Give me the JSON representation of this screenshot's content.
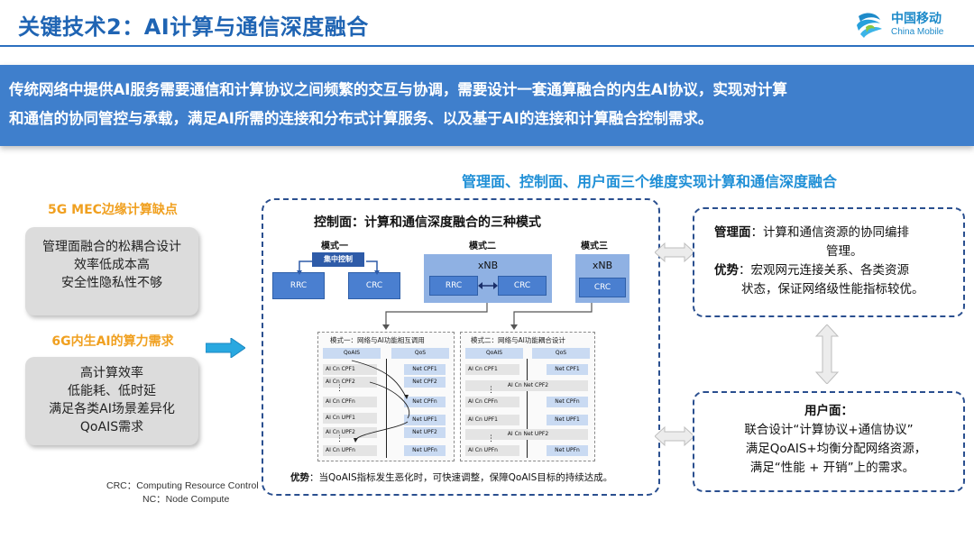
{
  "header": {
    "title": "关键技术2：AI计算与通信深度融合",
    "logo_cn": "中国移动",
    "logo_en": "China Mobile"
  },
  "banner": {
    "text": "传统网络中提供AI服务需要通信和计算协议之间频繁的交互与协调，需要设计一套通算融合的内生AI协议，实现对计算\n和通信的协同管控与承载，满足AI所需的连接和分布式计算服务、以及基于AI的连接和计算融合控制需求。"
  },
  "section_title": "管理面、控制面、用户面三个维度实现计算和通信深度融合",
  "left": {
    "mec_title": "5G MEC边缘计算缺点",
    "mec_items": [
      "管理面融合的松耦合设计",
      "效率低成本高",
      "安全性隐私性不够"
    ],
    "ai_title": "6G内生AI的算力需求",
    "ai_items": [
      "高计算效率",
      "低能耗、低时延",
      "满足各类AI场景差异化",
      "QoAIS需求"
    ],
    "notes": [
      "CRC：Computing Resource Control",
      "NC：Node Compute"
    ]
  },
  "control": {
    "title": "控制面：计算和通信深度融合的三种模式",
    "mode1": "模式一",
    "mode2": "模式二",
    "mode3": "模式三",
    "central": "集中控制",
    "rrc": "RRC",
    "crc": "CRC",
    "xnb": "xNB",
    "table1_title": "模式一：网络与AI功能相互调用",
    "table2_title": "模式二：网络与AI功能耦合设计",
    "qoais": "QoAIS",
    "qos": "QoS",
    "cells": {
      "ai_cpf1": "AI Cn CPF1",
      "ai_cpf2": "AI Cn CPF2",
      "ai_cpfn": "AI Cn CPFn",
      "ai_upf1": "AI Cn UPF1",
      "ai_upf2": "AI Cn UPF2",
      "ai_upfn": "AI Cn UPFn",
      "net_cpf1": "Net CPF1",
      "net_cpf2": "Net CPF2",
      "net_cpfn": "Net CPFn",
      "net_upf1": "Net UPF1",
      "net_upf2": "Net UPF2",
      "net_upfn": "Net UPFn",
      "merged_cpf2": "AI Cn Net CPF2",
      "merged_upf2": "AI Cn Net UPF2",
      "dots": "⋮"
    },
    "advantage_label": "优势",
    "advantage_text": "：当QoAIS指标发生恶化时，可快速调整，保障QoAIS目标的持续达成。"
  },
  "management": {
    "label": "管理面",
    "text1": "：计算和通信资源的协同编排",
    "text2": "管理。",
    "adv_label": "优势",
    "adv_text1": "：宏观网元连接关系、各类资源",
    "adv_text2": "状态，保证网络级性能指标较优。"
  },
  "user": {
    "label": "用户面：",
    "line1": "联合设计“计算协议+通信协议”",
    "line2": "满足QoAIS+均衡分配网络资源，",
    "line3": "满足“性能 + 开销”上的需求。"
  },
  "colors": {
    "title_blue": "#1f64b3",
    "banner_blue": "#3f7fcc",
    "section_title": "#1f8fd6",
    "orange": "#f0a020",
    "arrow_cyan": "#29a8e0"
  }
}
